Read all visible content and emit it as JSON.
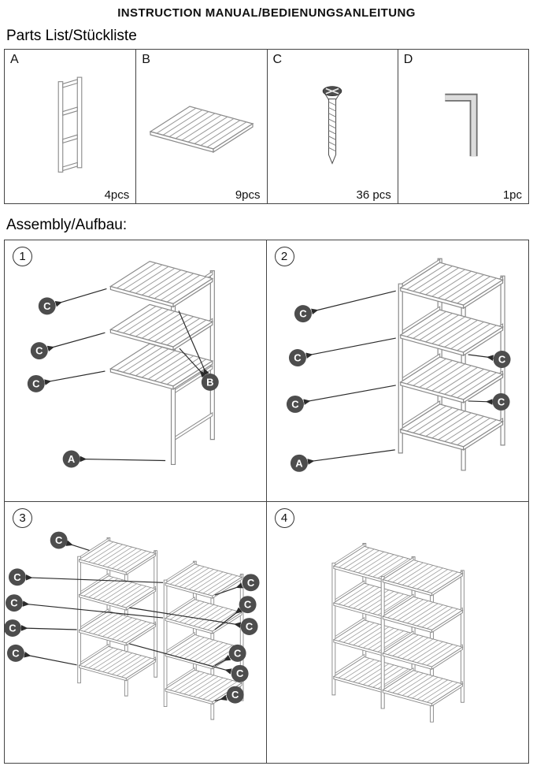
{
  "title": "INSTRUCTION MANUAL/BEDIENUNGSANLEITUNG",
  "parts_heading": "Parts List/Stückliste",
  "assembly_heading": "Assembly/Aufbau:",
  "colors": {
    "badge": "#4d4d4d",
    "line_art": "#8a8a8a",
    "table_border": "#444444",
    "text": "#111111"
  },
  "parts": [
    {
      "label": "A",
      "qty": "4pcs",
      "illustration": "side-frame-icon"
    },
    {
      "label": "B",
      "qty": "9pcs",
      "illustration": "slatted-shelf-icon"
    },
    {
      "label": "C",
      "qty": "36 pcs",
      "illustration": "screw-icon"
    },
    {
      "label": "D",
      "qty": "1pc",
      "illustration": "allen-key-icon"
    }
  ],
  "steps": [
    {
      "number": "1",
      "callouts": [
        "C",
        "C",
        "C",
        "B",
        "A"
      ]
    },
    {
      "number": "2",
      "callouts": [
        "C",
        "C",
        "C",
        "C",
        "C",
        "A"
      ]
    },
    {
      "number": "3",
      "callouts": [
        "C",
        "C",
        "C",
        "C",
        "C",
        "C",
        "C",
        "C",
        "C",
        "C",
        "C"
      ]
    },
    {
      "number": "4",
      "callouts": []
    }
  ]
}
